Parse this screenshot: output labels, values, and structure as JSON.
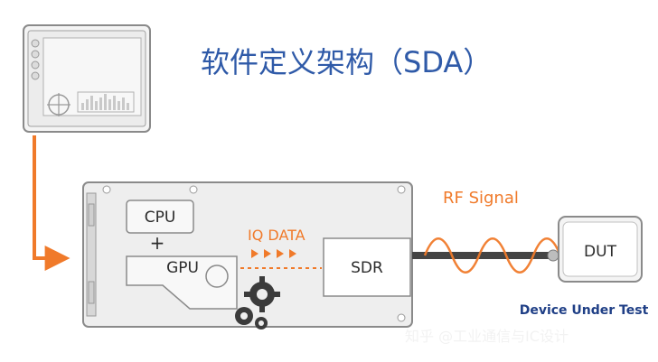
{
  "title": "软件定义架构（SDA）",
  "labels": {
    "cpu": "CPU",
    "plus": "+",
    "gpu": "GPU",
    "iq_data": "IQ DATA",
    "sdr": "SDR",
    "rf_signal": "RF Signal",
    "dut": "DUT",
    "device_under_test": "Device Under Test"
  },
  "watermark": "知乎 @工业通信与IC设计",
  "colors": {
    "title_blue": "#2f5aa8",
    "orange": "#f07a2a",
    "panel_gray": "#eeeeee",
    "outline_gray": "#8a8a8a",
    "dut_label_blue": "#1f3f86"
  }
}
